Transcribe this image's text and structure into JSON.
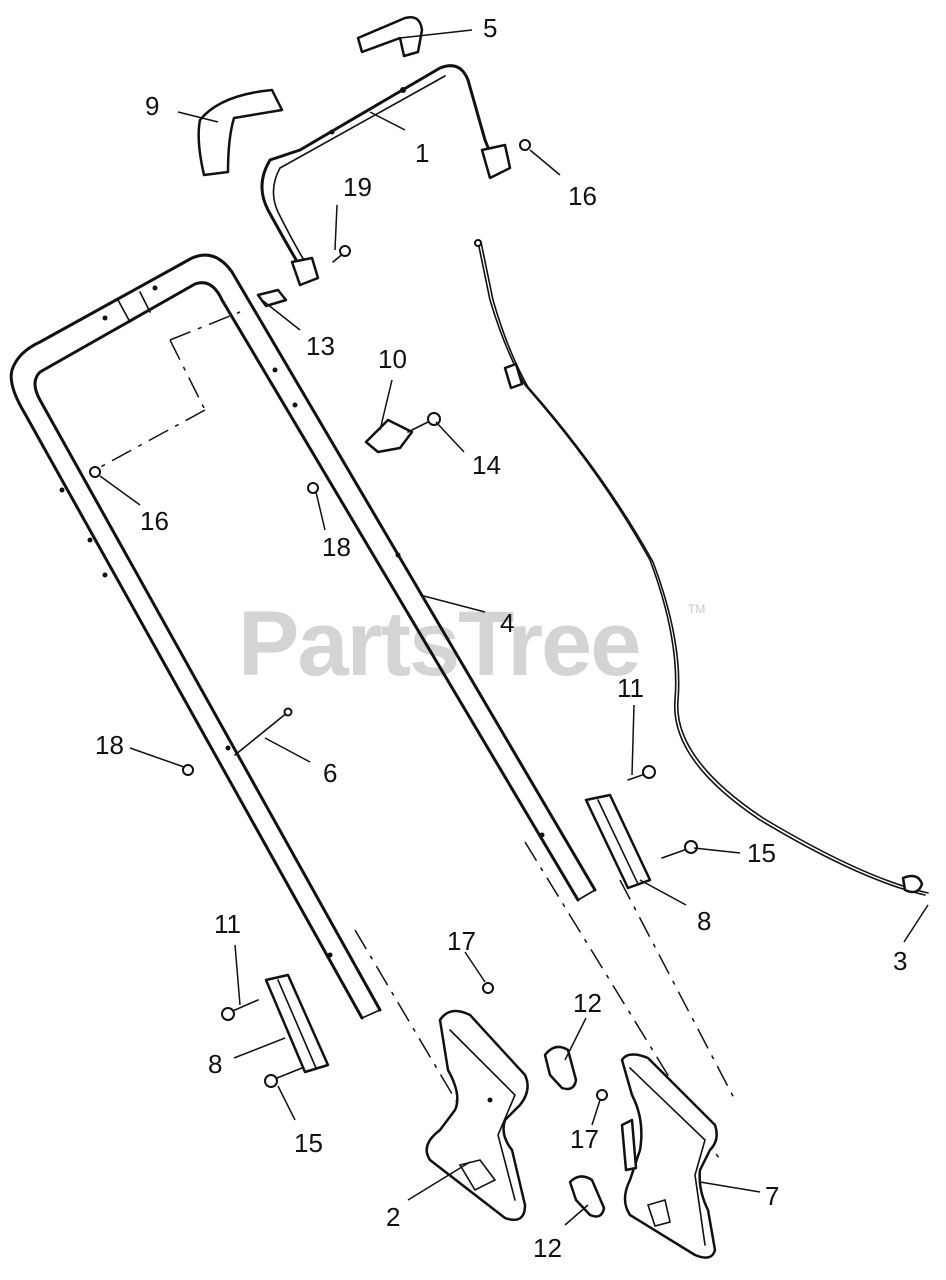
{
  "watermark": {
    "text": "PartsTree",
    "mark": "TM"
  },
  "callouts": [
    {
      "id": "c1",
      "text": "1"
    },
    {
      "id": "c2",
      "text": "2"
    },
    {
      "id": "c3",
      "text": "3"
    },
    {
      "id": "c4",
      "text": "4"
    },
    {
      "id": "c5",
      "text": "5"
    },
    {
      "id": "c6",
      "text": "6"
    },
    {
      "id": "c7",
      "text": "7"
    },
    {
      "id": "c8a",
      "text": "8"
    },
    {
      "id": "c8b",
      "text": "8"
    },
    {
      "id": "c9",
      "text": "9"
    },
    {
      "id": "c10",
      "text": "10"
    },
    {
      "id": "c11a",
      "text": "11"
    },
    {
      "id": "c11b",
      "text": "11"
    },
    {
      "id": "c12a",
      "text": "12"
    },
    {
      "id": "c12b",
      "text": "12"
    },
    {
      "id": "c13",
      "text": "13"
    },
    {
      "id": "c14",
      "text": "14"
    },
    {
      "id": "c15a",
      "text": "15"
    },
    {
      "id": "c15b",
      "text": "15"
    },
    {
      "id": "c16a",
      "text": "16"
    },
    {
      "id": "c16b",
      "text": "16"
    },
    {
      "id": "c17a",
      "text": "17"
    },
    {
      "id": "c17b",
      "text": "17"
    },
    {
      "id": "c18a",
      "text": "18"
    },
    {
      "id": "c18b",
      "text": "18"
    },
    {
      "id": "c19",
      "text": "19"
    }
  ]
}
